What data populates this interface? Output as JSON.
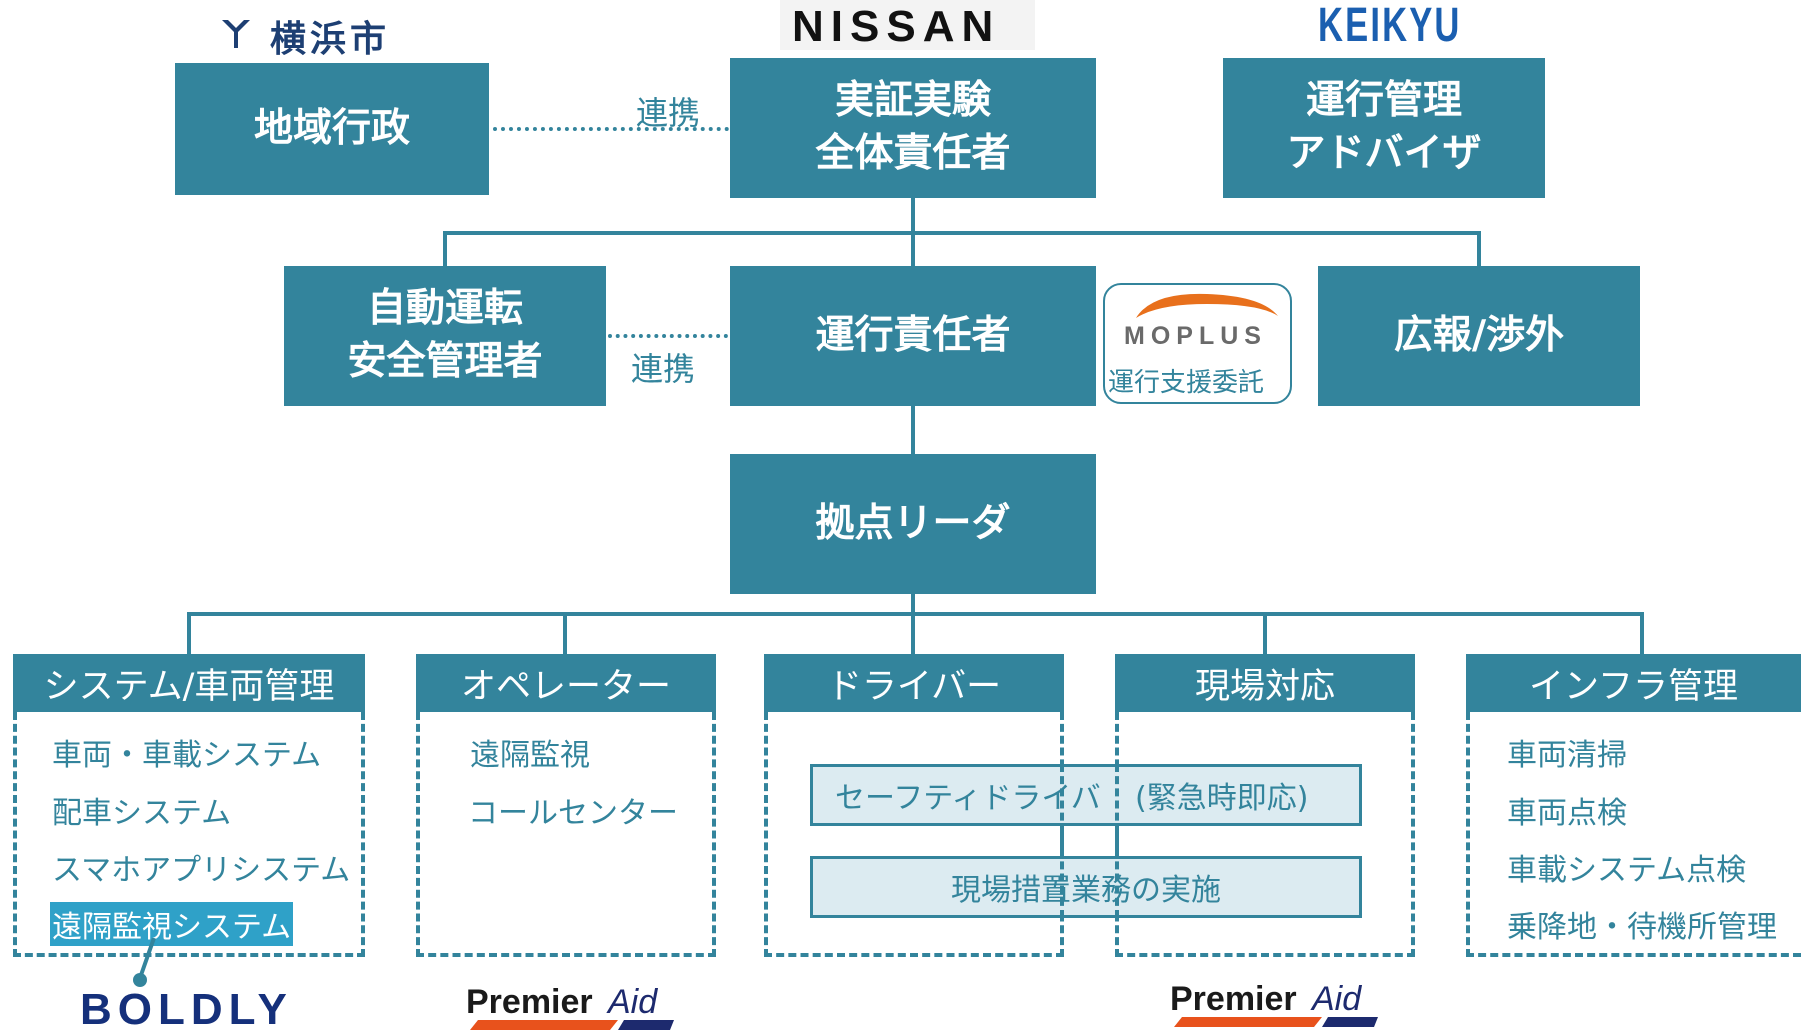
{
  "logos": {
    "yokohama": "横浜市",
    "nissan": "NISSAN",
    "keikyu": "KEIKYU",
    "moplus": "MOPLUS",
    "boldly": "BOLDLY",
    "premier_aid_1": {
      "text": "Premier",
      "aid": "Aid"
    },
    "premier_aid_2": {
      "text": "Premier",
      "aid": "Aid"
    }
  },
  "org": {
    "regional_gov": "地域行政",
    "overall_lead": [
      "実証実験",
      "全体責任者"
    ],
    "operation_advisor": [
      "運行管理",
      "アドバイザ"
    ],
    "auto_safety": [
      "自動運転",
      "安全管理者"
    ],
    "operation_manager": "運行責任者",
    "pr": "広報/渉外",
    "site_leader": "拠点リーダ",
    "moplus_caption": "運行支援委託",
    "link_label_1": "連携",
    "link_label_2": "連携"
  },
  "categories": [
    {
      "title": "システム/車両管理",
      "items": [
        "車両・車載システム",
        "配車システム",
        "スマホアプリシステム",
        "遠隔監視システム"
      ]
    },
    {
      "title": "オペレーター",
      "items": [
        "遠隔監視",
        "コールセンター"
      ]
    },
    {
      "title": "ドライバー",
      "items": []
    },
    {
      "title": "現場対応",
      "items": []
    },
    {
      "title": "インフラ管理",
      "items": [
        "車両清掃",
        "車両点検",
        "車載システム点検",
        "乗降地・待機所管理"
      ]
    }
  ],
  "tasks": {
    "safety_driver": "セーフティドライバ",
    "emergency": "(緊急時即応)",
    "onsite_measures": "現場措置業務の実施"
  },
  "colors": {
    "teal": "#33849c",
    "light_fill": "#dcebf1",
    "highlight": "#2fa1c8"
  }
}
